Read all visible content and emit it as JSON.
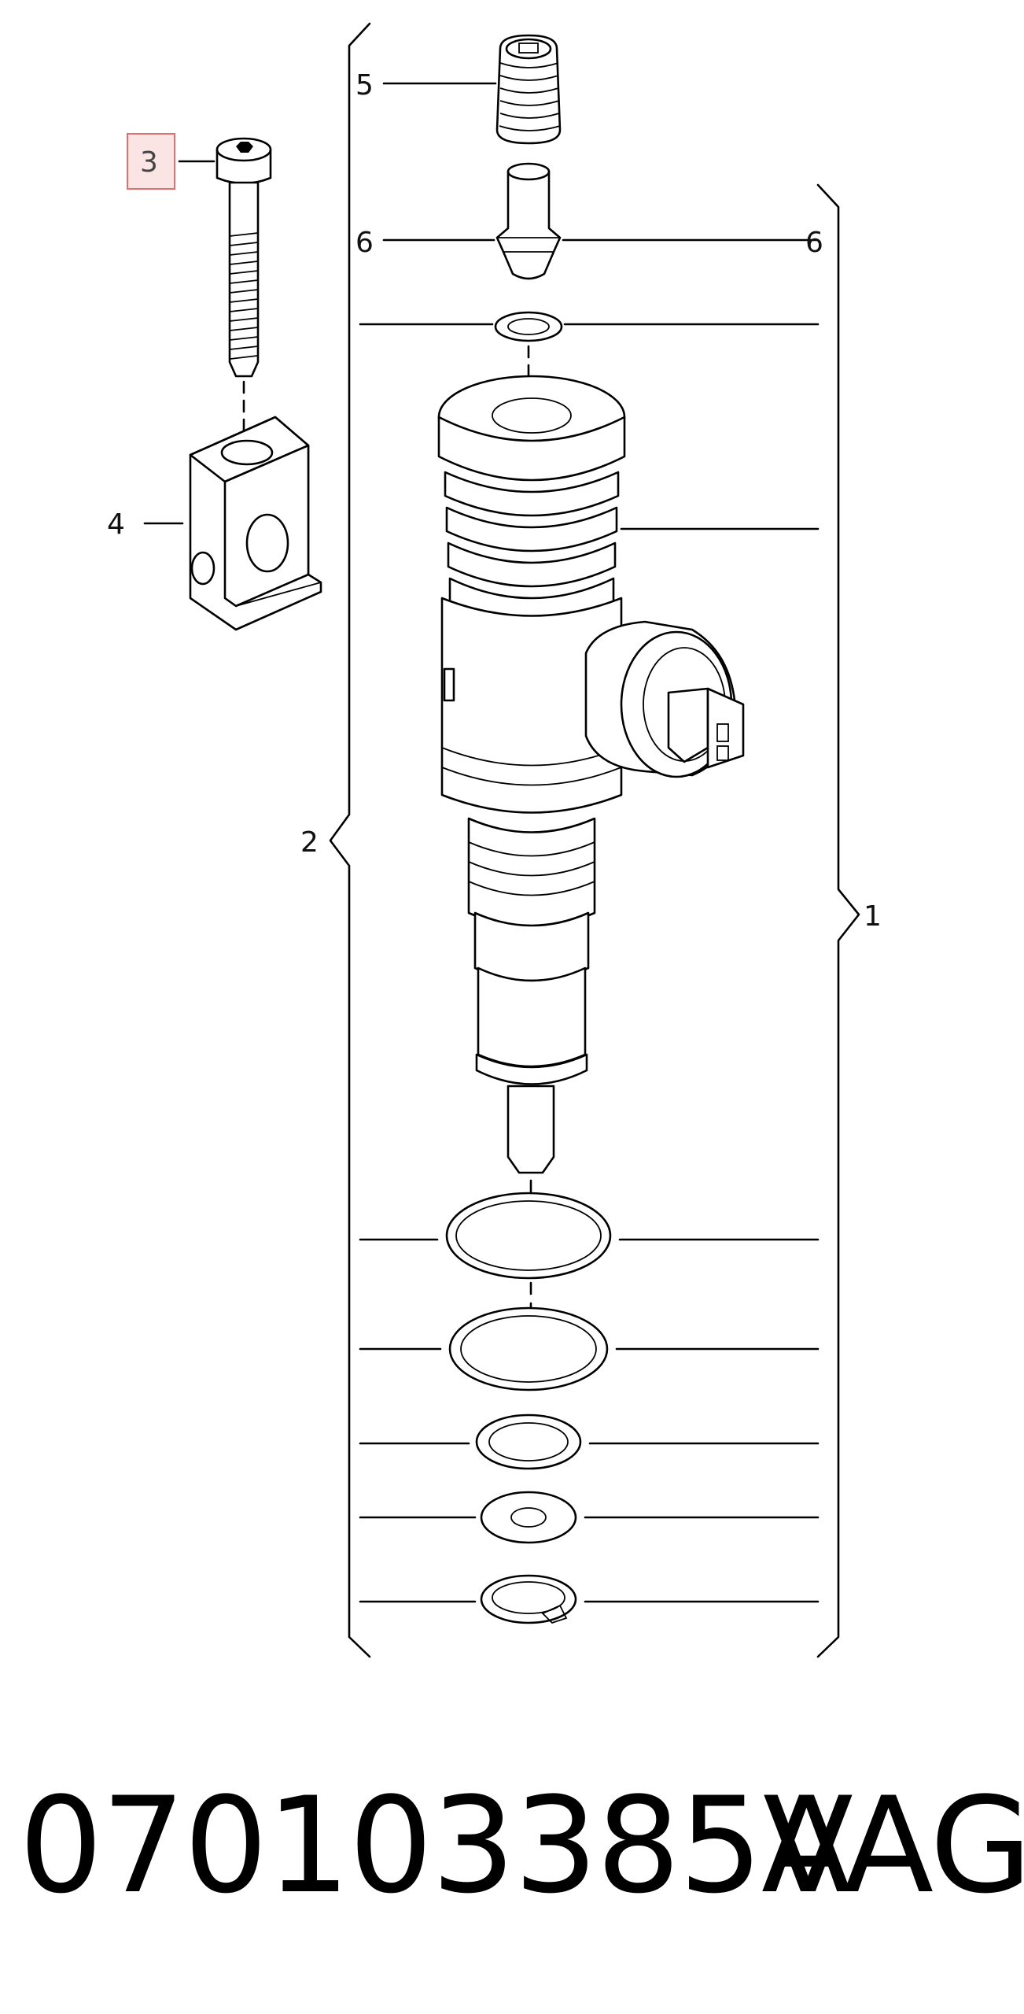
{
  "callouts": {
    "c1": "1",
    "c2": "2",
    "c3": "3",
    "c4": "4",
    "c5": "5",
    "c6_left": "6",
    "c6_right": "6"
  },
  "highlight": {
    "callout": "3",
    "border_color": "#e07070",
    "fill_color": "#fbe4e4"
  },
  "footer": {
    "part_number": "070103385A",
    "brand": "VAG"
  }
}
